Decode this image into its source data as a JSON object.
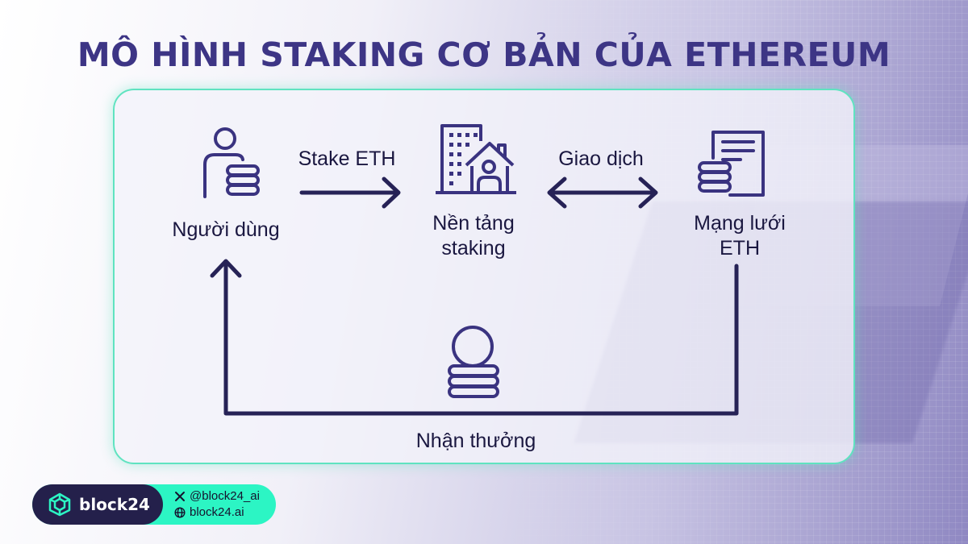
{
  "title": "MÔ HÌNH STAKING CƠ BẢN CỦA ETHEREUM",
  "nodes": {
    "user": "Người dùng",
    "platform_line1": "Nền tảng",
    "platform_line2": "staking",
    "network_line1": "Mạng lưới",
    "network_line2": "ETH"
  },
  "edges": {
    "stake": "Stake ETH",
    "transaction": "Giao dịch",
    "reward": "Nhận thưởng"
  },
  "icons": {
    "user": "user-with-coins-icon",
    "platform": "building-with-house-icon",
    "network": "document-with-coins-icon",
    "reward": "coin-stack-icon",
    "logo": "cube-logo-icon",
    "x": "x-logo-icon",
    "web": "globe-icon"
  },
  "brand": {
    "name": "block24",
    "x_handle": "@block24_ai",
    "website": "block24.ai"
  },
  "colors": {
    "title": "#3d3585",
    "arrow": "#262256",
    "icon": "#3a3380",
    "card_border": "#5fe3c0",
    "brand_dark": "#24204b",
    "brand_accent": "#2cf5c4"
  }
}
